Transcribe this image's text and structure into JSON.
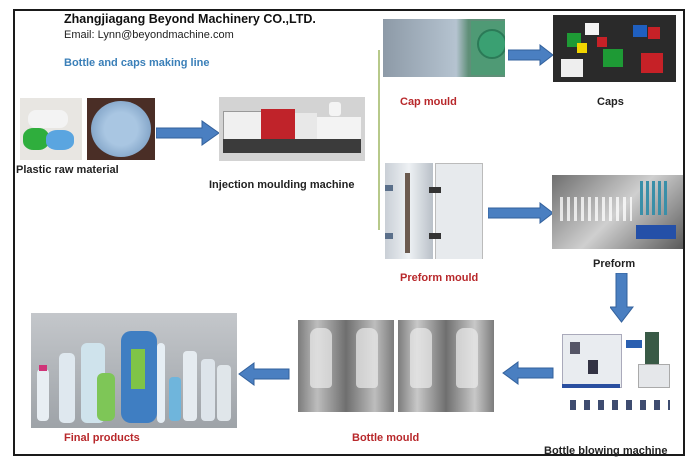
{
  "header": {
    "company": "Zhangjiagang Beyond Machinery CO.,LTD.",
    "email": "Email: Lynn@beyondmachine.com",
    "line_title": "Bottle and caps making line"
  },
  "colors": {
    "arrow": "#4a7fc1",
    "label_red": "#b8282b",
    "title_blue": "#3a7fb8",
    "divider_green": "#b7c98a"
  },
  "steps": {
    "raw_material": {
      "label": "Plastic raw material",
      "image": "plastic-pellets-and-flakes"
    },
    "injection_machine": {
      "label": "Injection moulding machine",
      "image": "injection-moulding-machine"
    },
    "cap_mould": {
      "label": "Cap mould",
      "image": "cap-mould"
    },
    "caps": {
      "label": "Caps",
      "image": "colored-caps"
    },
    "preform_mould": {
      "label": "Preform mould",
      "image": "preform-mould"
    },
    "preform": {
      "label": "Preform",
      "image": "preforms"
    },
    "blowing_machine": {
      "label": "Bottle blowing machine",
      "image": "bottle-blowing-machine"
    },
    "bottle_mould": {
      "label": "Bottle mould",
      "image": "bottle-mould"
    },
    "final_products": {
      "label": "Final products",
      "image": "bottles"
    }
  },
  "flow": [
    {
      "from": "Plastic raw material",
      "to": "Injection moulding machine",
      "direction": "right"
    },
    {
      "from": "Cap mould",
      "to": "Caps",
      "direction": "right"
    },
    {
      "from": "Preform mould",
      "to": "Preform",
      "direction": "right"
    },
    {
      "from": "Preform",
      "to": "Bottle blowing machine",
      "direction": "down"
    },
    {
      "from": "Bottle blowing machine",
      "to": "Bottle mould",
      "direction": "left"
    },
    {
      "from": "Bottle mould",
      "to": "Final products",
      "direction": "left"
    }
  ]
}
